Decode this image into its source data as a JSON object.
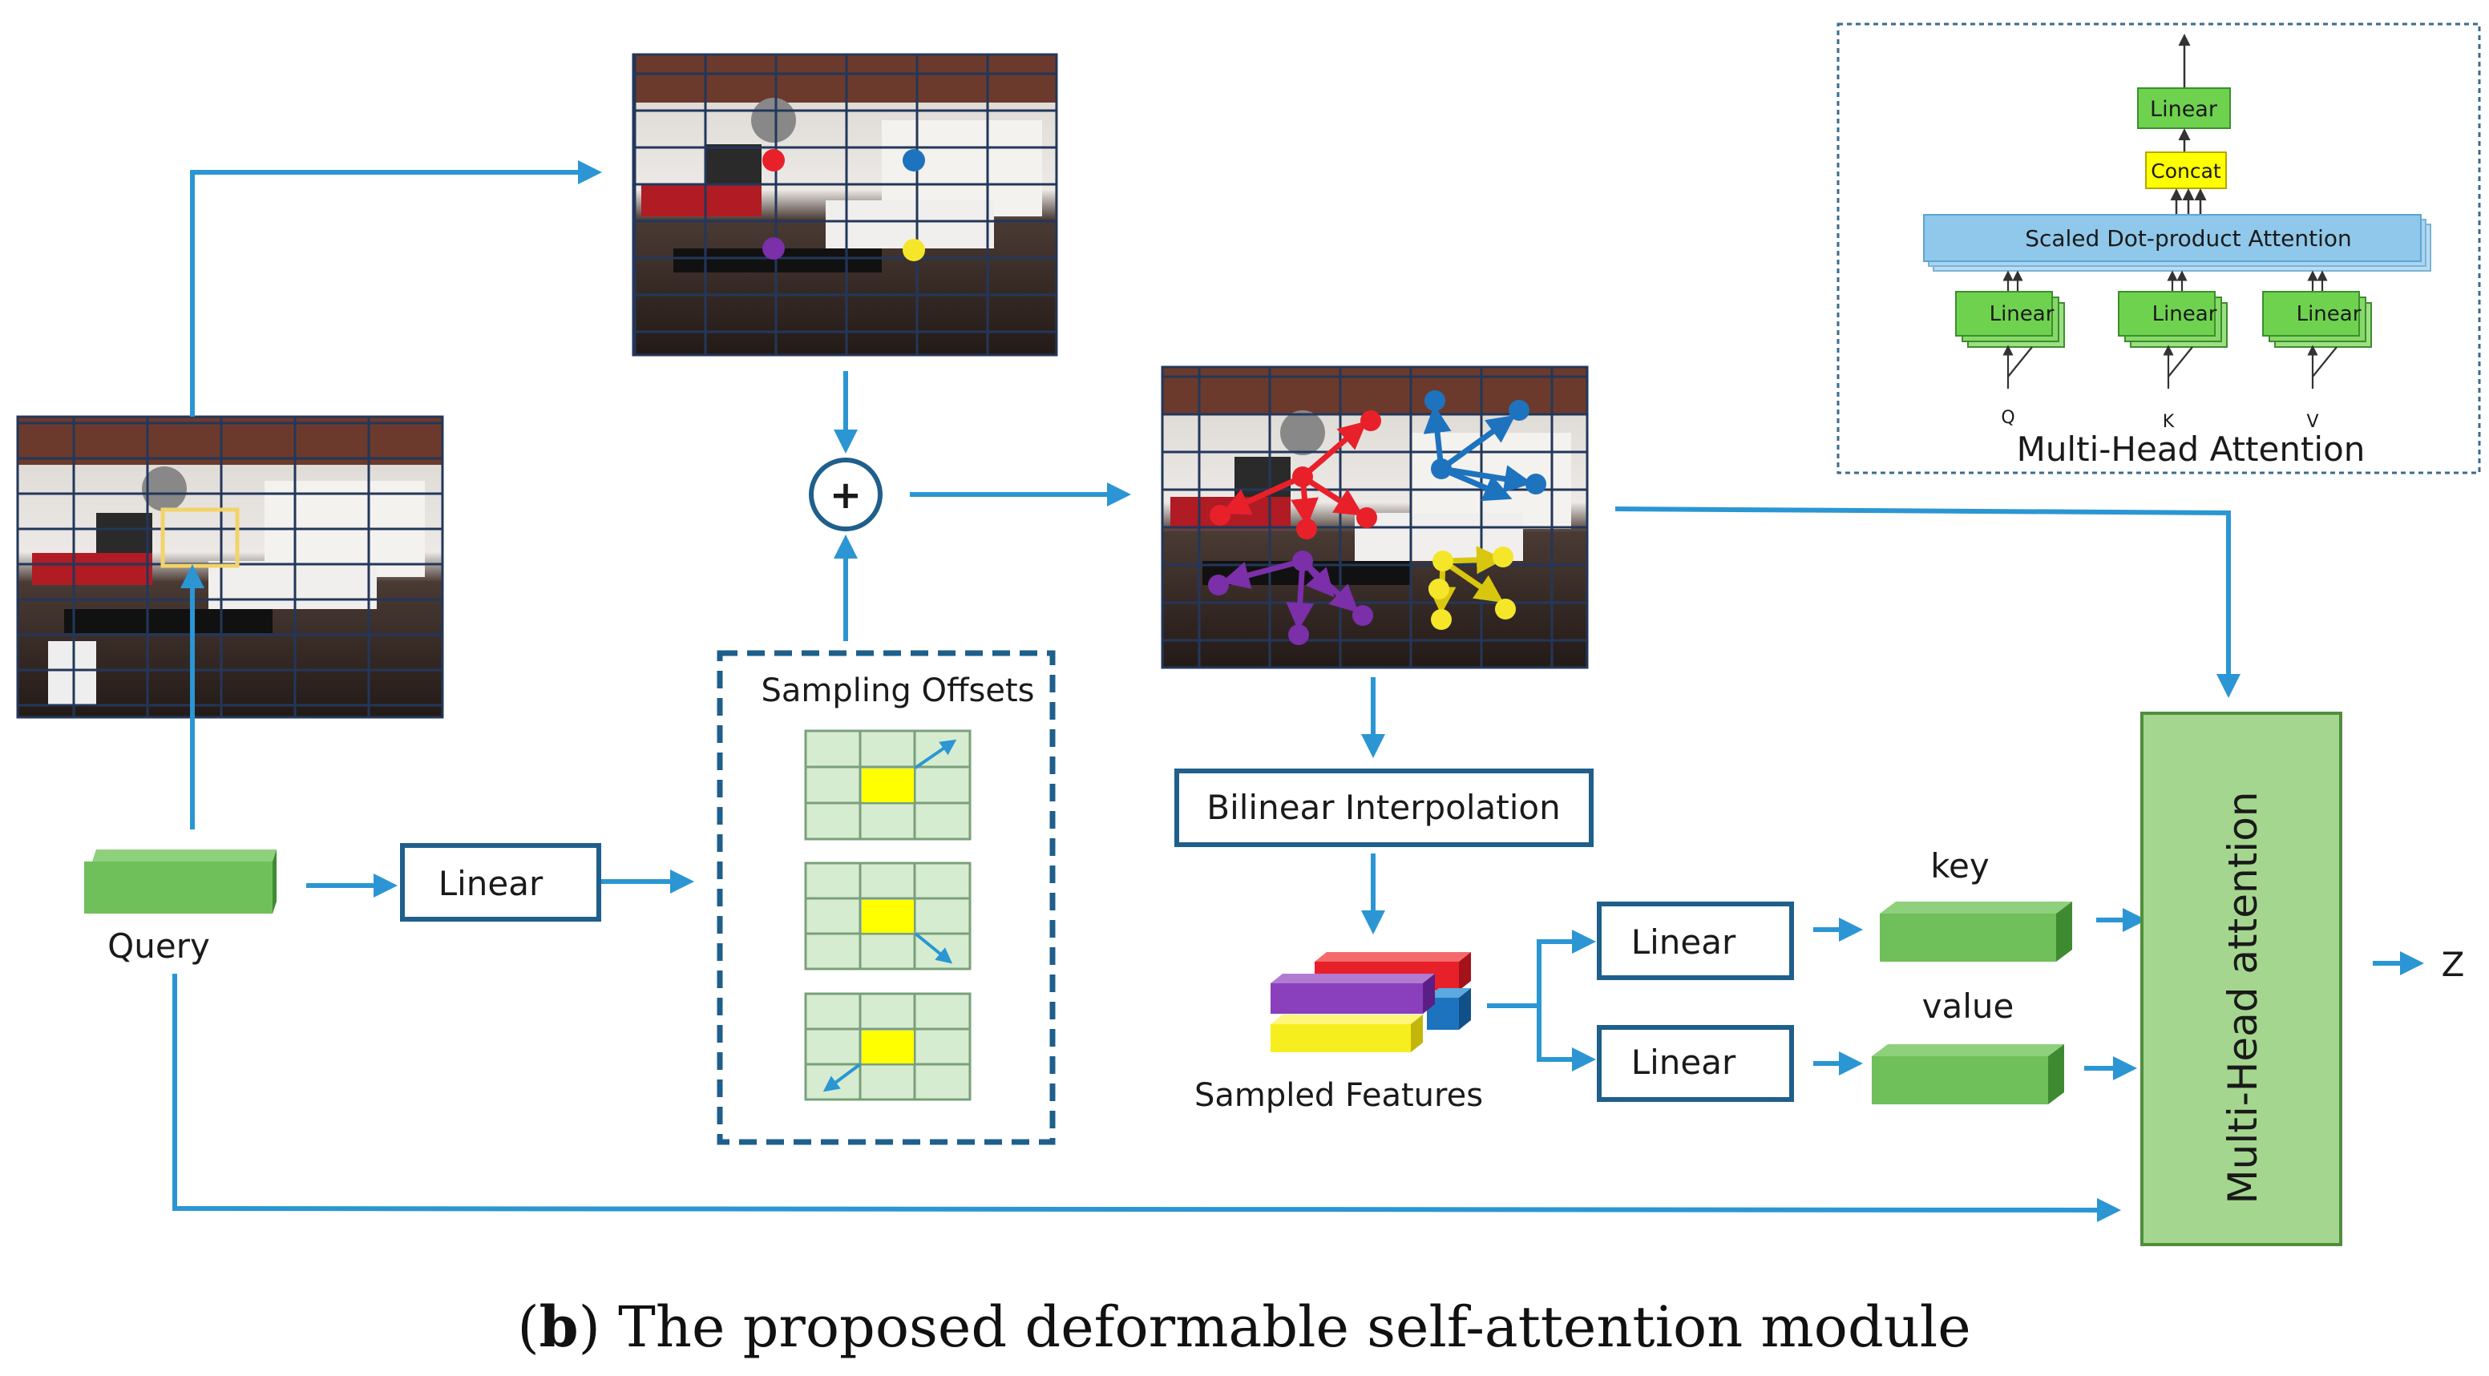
{
  "caption": {
    "letter": "b",
    "text": ") The proposed deformable self-attention module",
    "open_paren": "("
  },
  "labels": {
    "query": "Query",
    "linear_query": "Linear",
    "sampling_offsets": "Sampling Offsets",
    "plus": "+",
    "bilinear": "Bilinear Interpolation",
    "sampled_features": "Sampled Features",
    "linear_key": "Linear",
    "linear_value": "Linear",
    "key": "key",
    "value": "value",
    "mha": "Multi-Head attention",
    "output": "Z"
  },
  "inset": {
    "title": "Multi-Head Attention",
    "linear_top": "Linear",
    "concat": "Concat",
    "sdpa": "Scaled Dot-product Attention",
    "linear_q": "Linear",
    "linear_k": "Linear",
    "linear_v": "Linear",
    "q": "Q",
    "k": "K",
    "v": "V"
  },
  "colors": {
    "arrow": "#2b96d3",
    "box_border": "#1f5f8b",
    "green_block": "#6fbf5b",
    "mha_fill": "#a5d68f",
    "offset_grid": "#d6ecd0",
    "highlight_yellow": "#ffff00",
    "point_red": "#e8202a",
    "point_blue": "#1e73be",
    "point_purple": "#7b2fa8",
    "point_yellow": "#f5e62a",
    "sdpa_fill": "#8fc8ea"
  }
}
